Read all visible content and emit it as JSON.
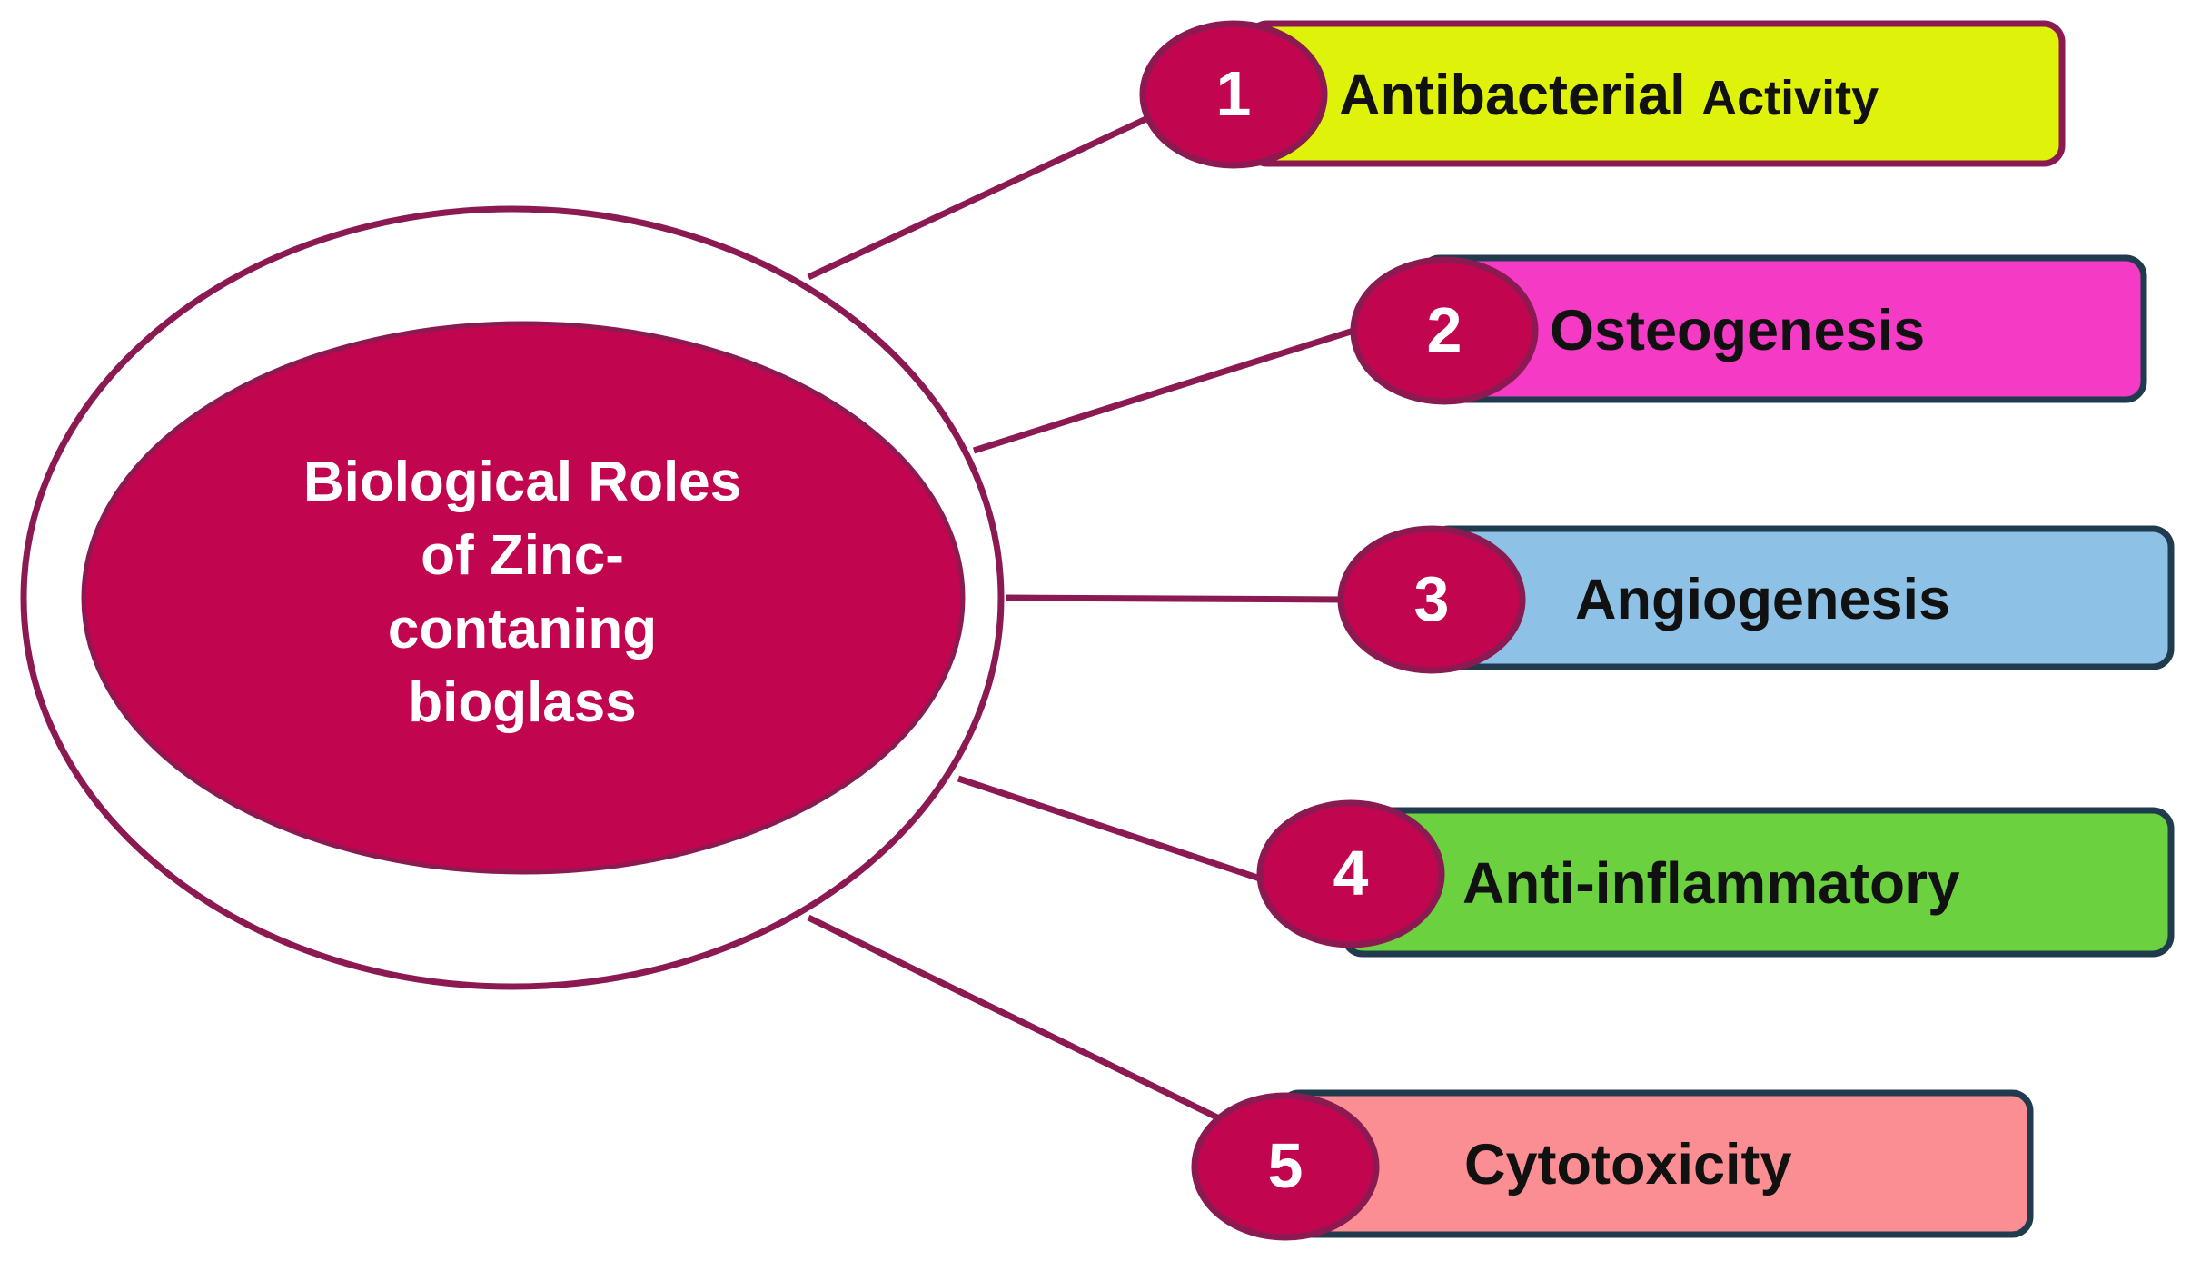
{
  "center": {
    "title_lines": [
      "Biological Roles",
      "of Zinc-",
      "contaning",
      "bioglass"
    ],
    "fill_color": "#c2054f",
    "ring_color": "#8c1a52"
  },
  "items": [
    {
      "number": "1",
      "label": "Antibacterial",
      "label_suffix": "Activity",
      "box_color": "#dff20a",
      "border_color": "#8c1a52"
    },
    {
      "number": "2",
      "label": "Osteogenesis",
      "box_color": "#f53ac6",
      "border_color": "#1f3b4d"
    },
    {
      "number": "3",
      "label": "Angiogenesis",
      "box_color": "#8ec1e6",
      "border_color": "#1f3b4d"
    },
    {
      "number": "4",
      "label": "Anti-inflammatory",
      "box_color": "#6cd13f",
      "border_color": "#1f3b4d"
    },
    {
      "number": "5",
      "label": "Cytotoxicity",
      "box_color": "#fb8e92",
      "border_color": "#1f3b4d"
    }
  ],
  "badge_color": "#c2054f",
  "connector_color": "#8c1a52"
}
